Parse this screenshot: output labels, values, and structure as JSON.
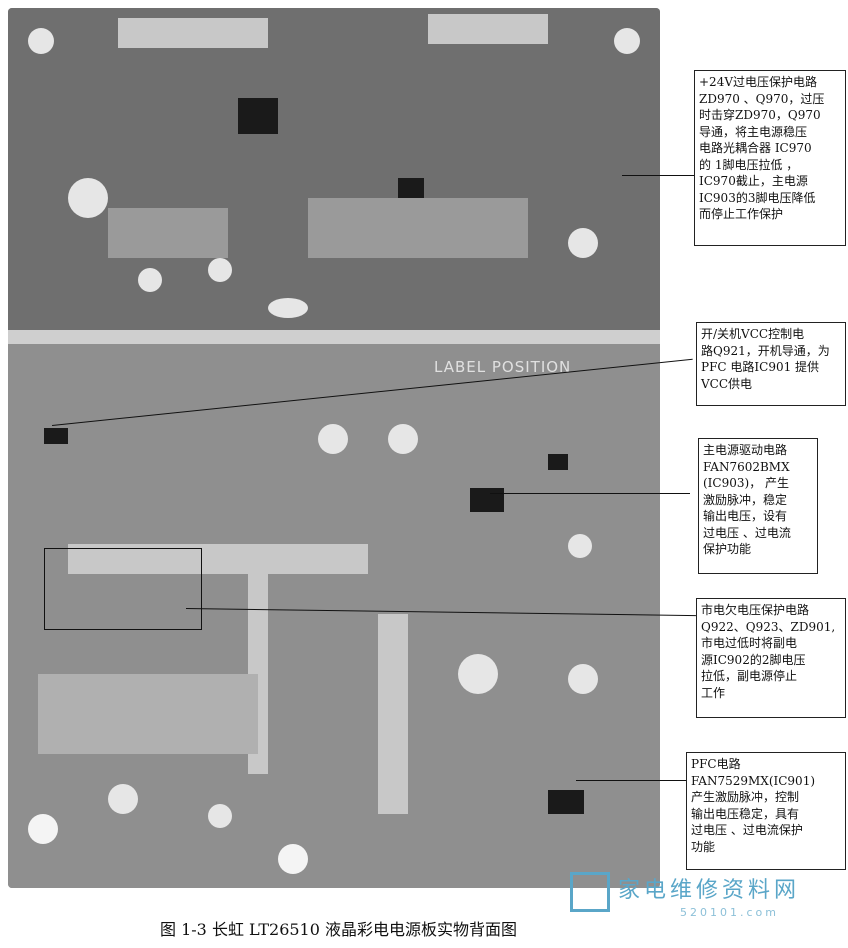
{
  "board": {
    "label_position": "LABEL  POSITION"
  },
  "callouts": [
    {
      "id": "ovp24",
      "text": "+24V过电压保护电路\nZD970 、Q970，过压\n时击穿ZD970，Q970\n导通，将主电源稳压\n电路光耦合器 IC970\n的 1脚电压拉低 ，\nIC970截止，主电源\nIC903的3脚电压降低\n而停止工作保护"
    },
    {
      "id": "vcc",
      "text": "开/关机VCC控制电\n路Q921，开机导通，为\nPFC 电路IC901 提供\nVCC供电"
    },
    {
      "id": "main",
      "text": "主电源驱动电路\nFAN7602BMX\n(IC903)，  产生\n激励脉冲，稳定\n输出电压，设有\n过电压 、过电流\n保护功能"
    },
    {
      "id": "mains",
      "text": "市电欠电压保护电路\nQ922、Q923、ZD901,\n市电过低时将副电\n源IC902的2脚电压\n拉低，副电源停止\n工作"
    },
    {
      "id": "pfc",
      "text": "PFC电路\nFAN7529MX(IC901)\n产生激励脉冲，控制\n输出电压稳定，具有\n过电压 、过电流保护\n功能"
    }
  ],
  "caption": "图 1-3    长虹 LT26510 液晶彩电电源板实物背面图",
  "watermark": {
    "name": "家电维修资料网",
    "url": "520101.com"
  }
}
